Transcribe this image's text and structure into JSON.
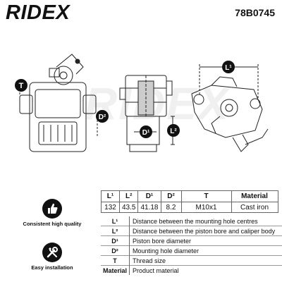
{
  "brand": {
    "logo_text": "RIDEX",
    "part_number": "78B0745"
  },
  "drawing_labels": {
    "t": "T",
    "d2": "D²",
    "d1": "D¹",
    "l2": "L²",
    "l1": "L¹"
  },
  "spec_table": {
    "headers": [
      "L¹",
      "L²",
      "D¹",
      "D²",
      "T",
      "Material"
    ],
    "values": [
      "132",
      "43.5",
      "41.18",
      "8.2",
      "M10x1",
      "Cast iron"
    ]
  },
  "legend": [
    {
      "symbol": "L¹",
      "description": "Distance between the mounting hole centres"
    },
    {
      "symbol": "L²",
      "description": "Distance between the piston bore and caliper body"
    },
    {
      "symbol": "D¹",
      "description": "Piston bore diameter"
    },
    {
      "symbol": "D²",
      "description": "Mounting hole diameter"
    },
    {
      "symbol": "T",
      "description": "Thread size"
    },
    {
      "symbol": "Material",
      "description": "Product material"
    }
  ],
  "badges": {
    "quality": {
      "label": "Consistent high quality",
      "icon": "thumbs-up-icon"
    },
    "install": {
      "label": "Easy installation",
      "icon": "wrench-screwdriver-icon"
    }
  }
}
